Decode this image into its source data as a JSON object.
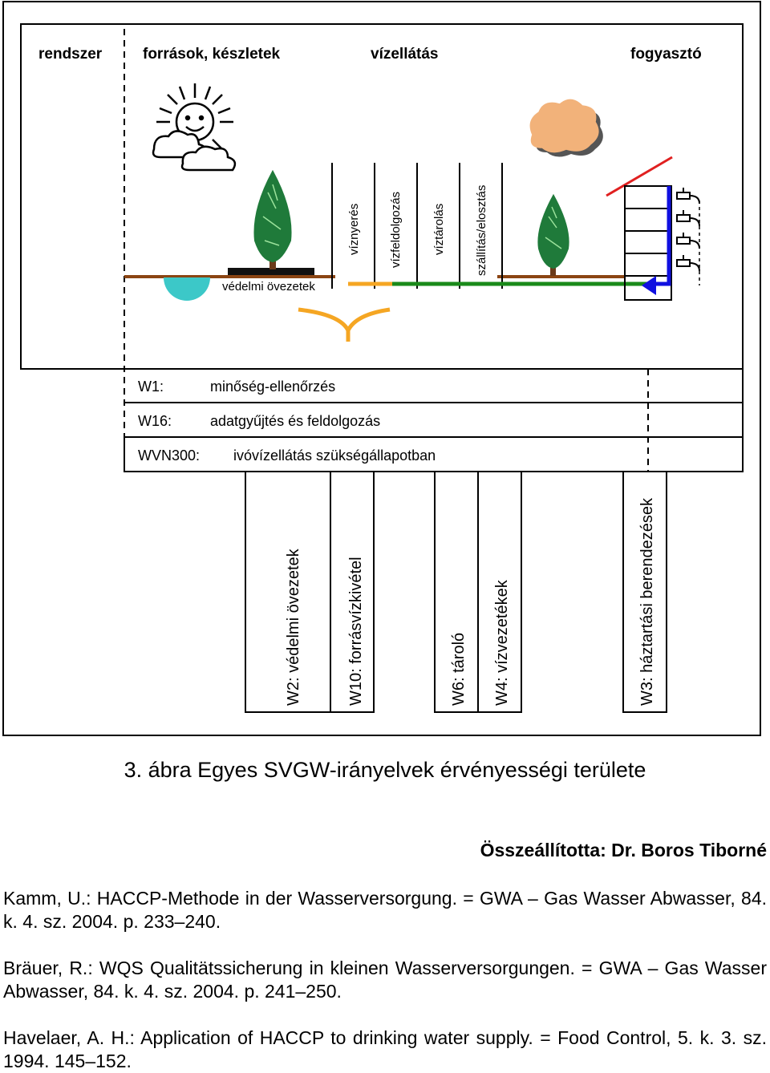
{
  "header": {
    "col1": "rendszer",
    "col2": "források, készletek",
    "col3": "vízellátás",
    "col4": "fogyasztó"
  },
  "stages": [
    "víznyerés",
    "vízfeldolgozás",
    "víztárolás",
    "szállítás/elosztás"
  ],
  "zone_label": "védelmi övezetek",
  "general_rows": [
    {
      "code": "W1:",
      "text": "minőség-ellenőrzés"
    },
    {
      "code": "W16:",
      "text": "adatgyűjtés és feldolgozás"
    },
    {
      "code": "WVN300:",
      "text": "ivóvízellátás szükségállapotban"
    }
  ],
  "guidelines": [
    "W2: védelmi övezetek",
    "W10: forrásvízkivétel",
    "W6: tároló",
    "W4: vízvezetékek",
    "W3: háztartási berendezések"
  ],
  "caption": "3. ábra Egyes SVGW-irányelvek érvényességi területe",
  "author": "Összeállította: Dr. Boros Tiborné",
  "references": [
    "Kamm, U.: HACCP-Methode in der Wasserversorgung. = GWA – Gas Wasser Abwasser, 84. k. 4. sz. 2004. p. 233–240.",
    "Bräuer, R.: WQS Qualitätssicherung in kleinen Wasserversorgungen. = GWA – Gas Wasser Abwasser, 84. k. 4. sz. 2004. p. 241–250.",
    "Havelaer, A. H.: Application of HACCP to drinking water supply. = Food Control, 5. k. 3. sz. 1994. 145–152."
  ],
  "colors": {
    "ground": "#8b4513",
    "raw_water": "#f5a623",
    "pipe": "#1a8a1a",
    "tap": "#1010e0",
    "roof": "#e02020",
    "lake": "#3cc8c8",
    "tree": "#1f7a3a",
    "cloud": "#f2b27a"
  }
}
